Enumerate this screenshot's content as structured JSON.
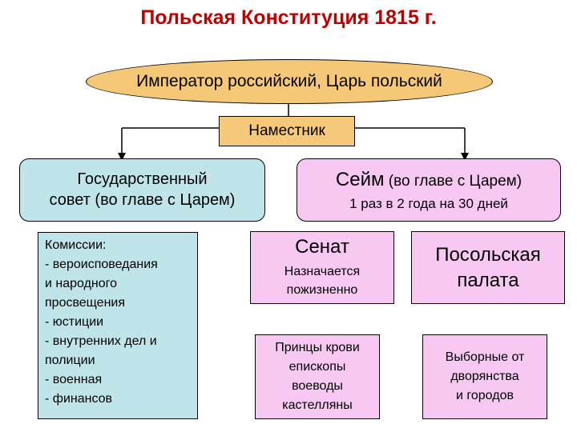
{
  "title": "Польская Конституция 1815 г.",
  "emperor": "Император российский, Царь польский",
  "governor": "Наместник",
  "state_council": {
    "line1": "Государственный",
    "line2_strong": "совет",
    "line2_rest": " (во главе с Царем)"
  },
  "sejm": {
    "name": "Сейм",
    "note": " (во главе с Царем)",
    "schedule": "1 раз в 2 года на 30 дней"
  },
  "commissions": {
    "heading": "Комиссии:",
    "items": [
      "- вероисповедания",
      "и народного",
      "просвещения",
      "- юстиции",
      "- внутренних дел и",
      "полиции",
      "- военная",
      "- финансов"
    ]
  },
  "senate": {
    "title": "Сенат",
    "note_lines": [
      "Назначается",
      "пожизненно"
    ]
  },
  "chamber": {
    "title_lines": [
      "Посольская",
      "палата"
    ]
  },
  "senate_members": [
    "Принцы крови",
    "епископы",
    "воеводы",
    "кастелляны"
  ],
  "chamber_members": [
    "Выборные от",
    "дворянства",
    "и городов"
  ],
  "colors": {
    "title": "#c00000",
    "orange": "#f5c878",
    "blue": "#bfe5ea",
    "pink": "#f6c8f2"
  }
}
